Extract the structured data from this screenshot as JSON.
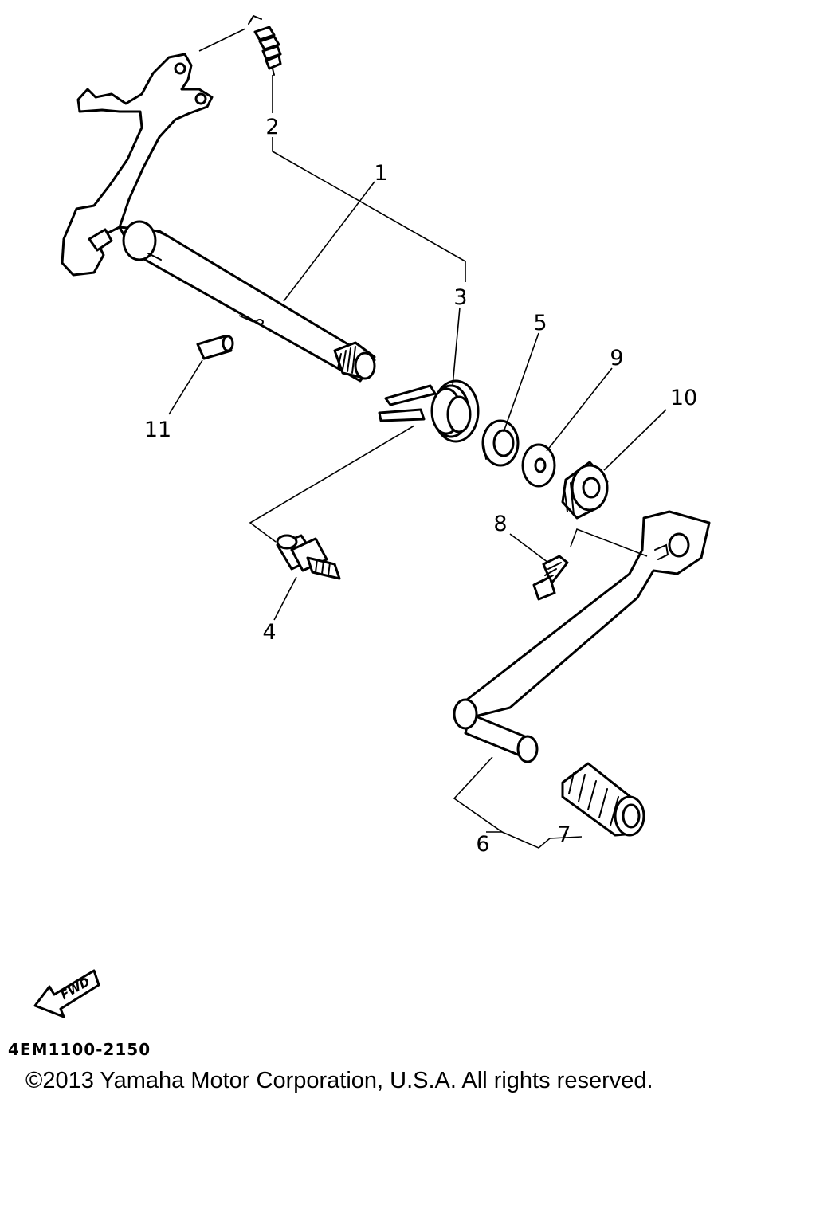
{
  "callouts": {
    "c1": "1",
    "c2": "2",
    "c3": "3",
    "c4": "4",
    "c5": "5",
    "c6": "6",
    "c7": "7",
    "c8": "8",
    "c9": "9",
    "c10": "10",
    "c11": "11"
  },
  "fwd_label": "FWD",
  "drawing_code": "4EM1100-2150",
  "copyright": "©2013 Yamaha Motor Corporation, U.S.A. All rights reserved.",
  "icons": {
    "fwd": "fwd-arrow-icon"
  }
}
